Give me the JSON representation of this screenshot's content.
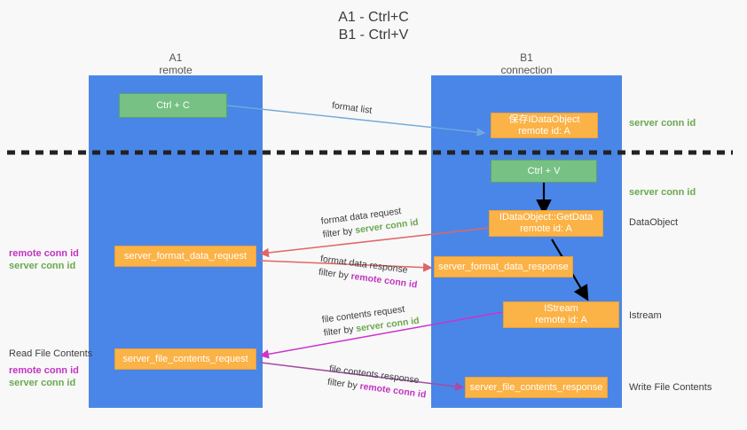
{
  "title": {
    "line1": "A1 - Ctrl+C",
    "line2": "B1 - Ctrl+V"
  },
  "columns": {
    "left": {
      "name": "A1",
      "role": "remote"
    },
    "right": {
      "name": "B1",
      "role": "connection"
    }
  },
  "colors": {
    "lane": "#4a86e8",
    "green_box": "#76c183",
    "orange_box": "#fbb246",
    "server_conn": "#6aa84f",
    "remote_conn": "#c233c2",
    "arrow_blue": "#6fa8dc",
    "arrow_red": "#e06666",
    "arrow_magenta": "#cc33cc",
    "arrow_purple": "#a64ca6",
    "arrow_black": "#000000",
    "background": "#f8f8f8"
  },
  "boxes": {
    "ctrl_c": "Ctrl + C",
    "ctrl_v": "Ctrl + V",
    "save_dataobject": {
      "line1": "保存IDataObject",
      "line2": "remote id: A"
    },
    "getdata": {
      "line1": "IDataObject::GetData",
      "line2": "remote id: A"
    },
    "istream": {
      "line1": "IStream",
      "line2": "remote id: A"
    },
    "server_format_data_request": "server_format_data_request",
    "server_format_data_response": "server_format_data_response",
    "server_file_contents_request": "server_file_contents_request",
    "server_file_contents_response": "server_file_contents_response"
  },
  "right_labels": {
    "server_conn_id_top": "server conn id",
    "server_conn_id_mid": "server conn id",
    "dataobject": "DataObject",
    "istream": "Istream",
    "write_file_contents": "Write File Contents"
  },
  "left_labels": {
    "remote_conn_id_1": "remote conn id",
    "server_conn_id_1": "server conn id",
    "read_file_contents": "Read File Contents",
    "remote_conn_id_2": "remote conn id",
    "server_conn_id_2": "server conn id"
  },
  "edge_labels": {
    "format_list": "format list",
    "format_data_request": "format data request",
    "format_data_request_filter_prefix": "filter by ",
    "format_data_request_filter_value": "server conn id",
    "format_data_response": "format data response",
    "format_data_response_filter_prefix": "filter by ",
    "format_data_response_filter_value": "remote conn id",
    "file_contents_request": "file contents request",
    "file_contents_request_filter_prefix": "filter by ",
    "file_contents_request_filter_value": "server conn id",
    "file_contents_response": "file contents response",
    "file_contents_response_filter_prefix": "filter by ",
    "file_contents_response_filter_value": "remote conn id"
  }
}
